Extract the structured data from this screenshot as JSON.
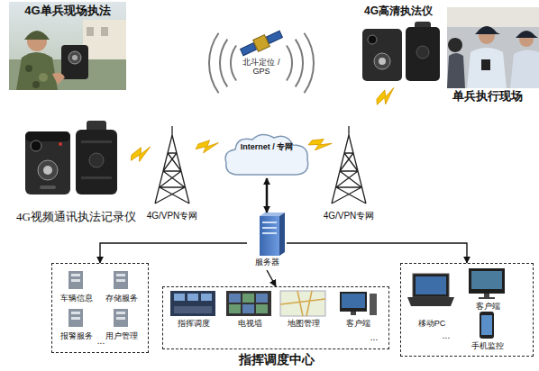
{
  "diagram": {
    "nodes": [
      {
        "text": [
          "4G单兵现场执法"
        ]
      },
      {
        "text": [
          "4G视频通讯执法记录仪"
        ]
      },
      {
        "text": [
          "北斗定位 / GPS"
        ]
      },
      {
        "text": [
          "4G高清执法仪"
        ]
      },
      {
        "text": [
          "单兵执行现场"
        ]
      },
      {
        "text": [
          "4G/VPN专网"
        ]
      },
      {
        "text": [
          "Internet / 专网"
        ]
      },
      {
        "text": [
          "4G/VPN专网"
        ]
      },
      {
        "text": [
          "服务器"
        ]
      },
      {
        "text": [
          "..."
        ]
      },
      {
        "text": [
          "车辆信息"
        ],
        "in": 9
      },
      {
        "text": [
          "存储服务"
        ],
        "in": 9
      },
      {
        "text": [
          "报警服务"
        ],
        "in": 9
      },
      {
        "text": [
          "用户管理"
        ],
        "in": 9
      },
      {
        "text": [
          "指挥调度中心",
          "..."
        ]
      },
      {
        "text": [
          "指挥调度"
        ],
        "in": 14
      },
      {
        "text": [
          "电视墙"
        ],
        "in": 14
      },
      {
        "text": [
          "地图管理"
        ],
        "in": 14
      },
      {
        "text": [
          "客户端"
        ],
        "in": 14
      },
      {
        "text": [
          "..."
        ]
      },
      {
        "text": [
          "移动PC"
        ],
        "in": 19
      },
      {
        "text": [
          "客户端"
        ],
        "in": 19
      },
      {
        "text": [
          "手机监控"
        ],
        "in": 19
      }
    ],
    "edges": [
      {
        "from": 6,
        "to": 8,
        "arrow": "both"
      },
      {
        "from": 8,
        "to": 9,
        "arrow": "to"
      },
      {
        "from": 8,
        "to": 14,
        "arrow": "to"
      },
      {
        "from": 8,
        "to": 19,
        "arrow": "to"
      }
    ]
  }
}
